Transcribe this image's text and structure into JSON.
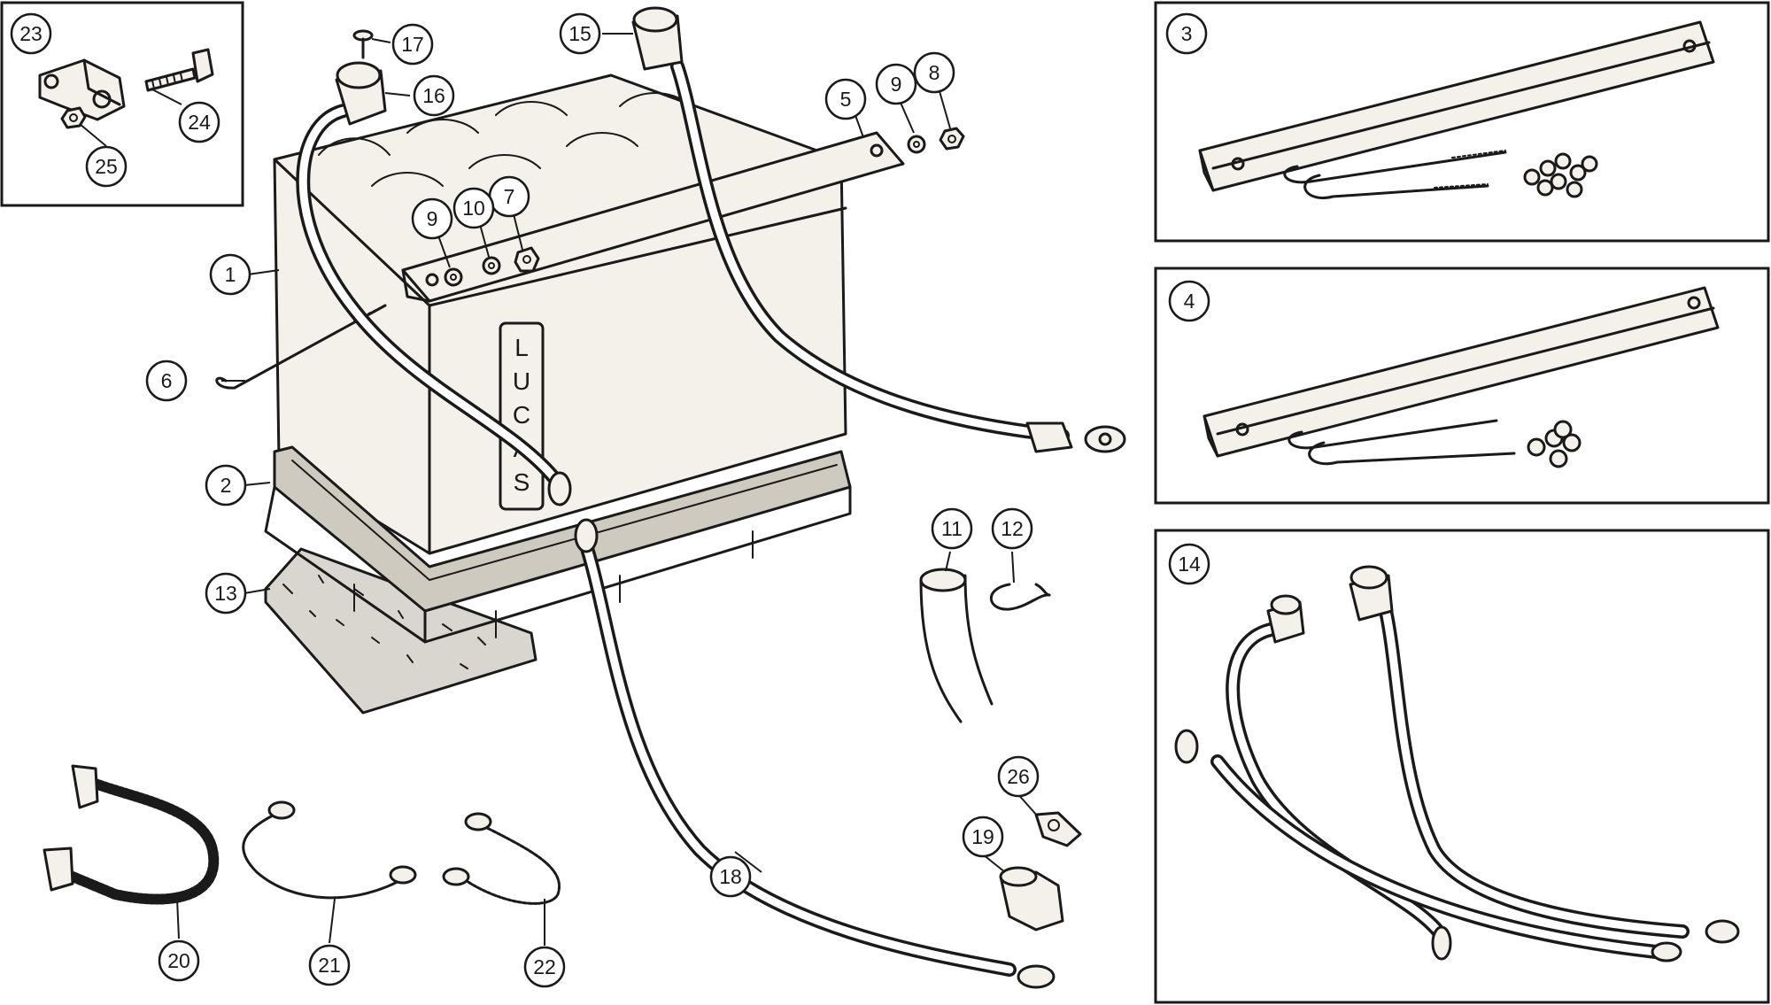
{
  "diagram": {
    "callouts": [
      {
        "id": "1",
        "label": "1"
      },
      {
        "id": "2",
        "label": "2"
      },
      {
        "id": "3",
        "label": "3"
      },
      {
        "id": "4",
        "label": "4"
      },
      {
        "id": "5",
        "label": "5"
      },
      {
        "id": "6",
        "label": "6"
      },
      {
        "id": "7",
        "label": "7"
      },
      {
        "id": "8",
        "label": "8"
      },
      {
        "id": "9a",
        "label": "9"
      },
      {
        "id": "9b",
        "label": "9"
      },
      {
        "id": "10",
        "label": "10"
      },
      {
        "id": "11",
        "label": "11"
      },
      {
        "id": "12",
        "label": "12"
      },
      {
        "id": "13",
        "label": "13"
      },
      {
        "id": "14",
        "label": "14"
      },
      {
        "id": "15",
        "label": "15"
      },
      {
        "id": "16",
        "label": "16"
      },
      {
        "id": "17",
        "label": "17"
      },
      {
        "id": "18",
        "label": "18"
      },
      {
        "id": "19",
        "label": "19"
      },
      {
        "id": "20",
        "label": "20"
      },
      {
        "id": "21",
        "label": "21"
      },
      {
        "id": "22",
        "label": "22"
      },
      {
        "id": "23",
        "label": "23"
      },
      {
        "id": "24",
        "label": "24"
      },
      {
        "id": "25",
        "label": "25"
      },
      {
        "id": "26",
        "label": "26"
      }
    ],
    "battery_brand_letters": [
      "L",
      "U",
      "C",
      "A",
      "S"
    ]
  }
}
